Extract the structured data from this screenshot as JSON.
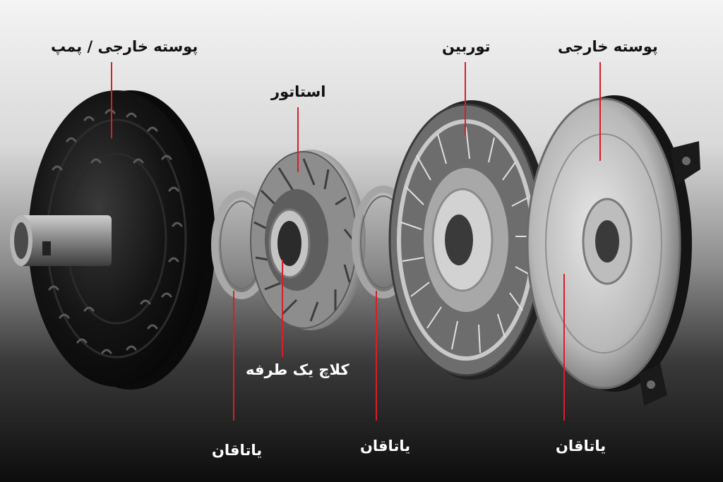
{
  "labels": {
    "pump_housing": "پوسته خارجی / پمپ",
    "stator": "استاتور",
    "turbine": "توربین",
    "outer_housing": "پوسته خارجی",
    "one_way_clutch": "کلاچ یک طرفه",
    "bearing_left": "یاتاقان",
    "bearing_middle": "یاتاقان",
    "bearing_right": "یاتاقان"
  },
  "colors": {
    "leader_line": "#d81e2a",
    "label_dark": "#111111",
    "label_light": "#ffffff"
  }
}
